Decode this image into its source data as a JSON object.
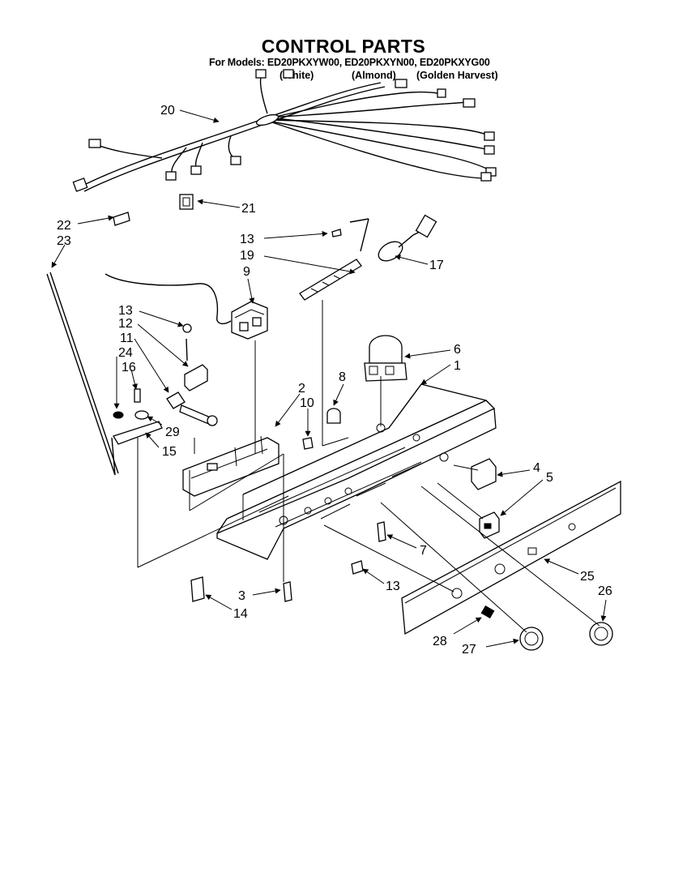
{
  "header": {
    "title": "CONTROL PARTS",
    "models_line": "For Models: ED20PKXYW00, ED20PKXYN00, ED20PKXYG00",
    "finishes": [
      "(White)",
      "(Almond)",
      "(Golden Harvest)"
    ]
  },
  "callouts": [
    {
      "id": "c20",
      "label": "20"
    },
    {
      "id": "c21",
      "label": "21"
    },
    {
      "id": "c22",
      "label": "22"
    },
    {
      "id": "c23",
      "label": "23"
    },
    {
      "id": "c13a",
      "label": "13"
    },
    {
      "id": "c19",
      "label": "19"
    },
    {
      "id": "c9",
      "label": "9"
    },
    {
      "id": "c17",
      "label": "17"
    },
    {
      "id": "c13b",
      "label": "13"
    },
    {
      "id": "c12",
      "label": "12"
    },
    {
      "id": "c11",
      "label": "11"
    },
    {
      "id": "c24",
      "label": "24"
    },
    {
      "id": "c16",
      "label": "16"
    },
    {
      "id": "c29",
      "label": "29"
    },
    {
      "id": "c15",
      "label": "15"
    },
    {
      "id": "c6",
      "label": "6"
    },
    {
      "id": "c1",
      "label": "1"
    },
    {
      "id": "c8",
      "label": "8"
    },
    {
      "id": "c2",
      "label": "2"
    },
    {
      "id": "c10",
      "label": "10"
    },
    {
      "id": "c4",
      "label": "4"
    },
    {
      "id": "c5",
      "label": "5"
    },
    {
      "id": "c7",
      "label": "7"
    },
    {
      "id": "c13c",
      "label": "13"
    },
    {
      "id": "c25",
      "label": "25"
    },
    {
      "id": "c26",
      "label": "26"
    },
    {
      "id": "c3",
      "label": "3"
    },
    {
      "id": "c14",
      "label": "14"
    },
    {
      "id": "c28",
      "label": "28"
    },
    {
      "id": "c27",
      "label": "27"
    }
  ]
}
